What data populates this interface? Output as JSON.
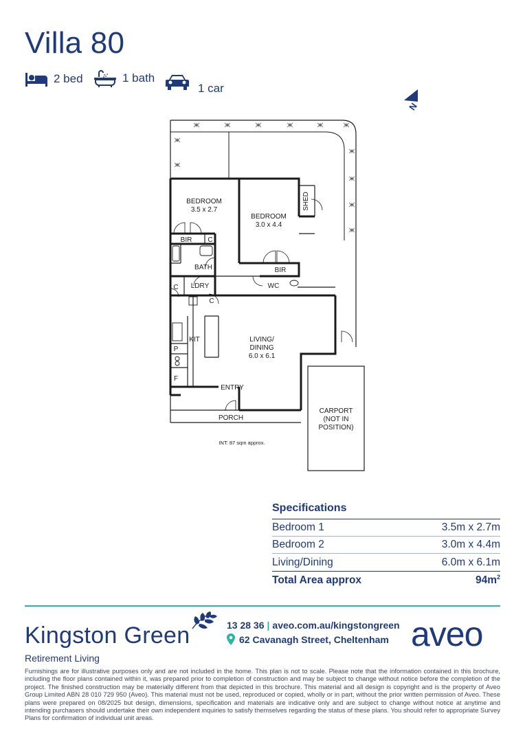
{
  "title": "Villa 80",
  "features": {
    "bed": "2 bed",
    "bath": "1 bath",
    "car": "1 car"
  },
  "compass": "N",
  "floorplan": {
    "rooms": {
      "bedroom1_name": "BEDROOM",
      "bedroom1_size": "3.5 x 2.7",
      "bedroom2_name": "BEDROOM",
      "bedroom2_size": "3.0 x 4.4",
      "shed": "SHED",
      "bir1": "BIR",
      "c1": "C",
      "bath": "BATH",
      "bir2": "BIR",
      "c2": "C",
      "ldry": "LDRY",
      "wc": "WC",
      "c3": "C",
      "kit": "KIT",
      "p": "P",
      "f": "F",
      "living_name": "LIVING/",
      "living_name2": "DINING",
      "living_size": "6.0 x 6.1",
      "entry": "ENTRY",
      "porch": "PORCH",
      "carport1": "CARPORT",
      "carport2": "(NOT IN",
      "carport3": "POSITION)"
    },
    "note": "INT: 87 sqm approx."
  },
  "specs": {
    "heading": "Specifications",
    "rows": [
      {
        "label": "Bedroom 1",
        "value": "3.5m x 2.7m"
      },
      {
        "label": "Bedroom 2",
        "value": "3.0m x 4.4m"
      },
      {
        "label": "Living/Dining",
        "value": "6.0m x 6.1m"
      }
    ],
    "total_label": "Total Area approx",
    "total_value": "94m",
    "total_sup": "2"
  },
  "footer": {
    "brand": "Kingston Green",
    "brand_sub": "Retirement Living",
    "phone": "13 28 36",
    "separator": "|",
    "website": "aveo.com.au/kingstongreen",
    "address": "62 Cavanagh Street, Cheltenham",
    "logo_text": "aveo",
    "disclaimer": "Furnishings are for illustrative purposes only and are not included in the home. This plan is not to scale. Please note that the information contained in this brochure, including the floor plans contained within it, was prepared prior to completion of construction and may be subject to change without notice before the completion of the project. The finished construction may be materially different from that depicted in this brochure. This material and all design is copyright and is the property of Aveo Group Limited ABN 28 010 729 950 (Aveo). This material must not be used, reproduced or copied, wholly or in part, without the prior written permission of Aveo. These plans were prepared on 08/2025 but design, dimensions, specification and materials are indicative only and are subject to change without notice at anytime and intending purchasers should undertake their own independent inquiries to satisfy themselves regarding the status of these plans. You should refer to appropriate Survey Plans for confirmation of individual unit areas."
  },
  "colors": {
    "brand_blue": "#1f3a7a",
    "accent_teal": "#2bb5a5"
  }
}
